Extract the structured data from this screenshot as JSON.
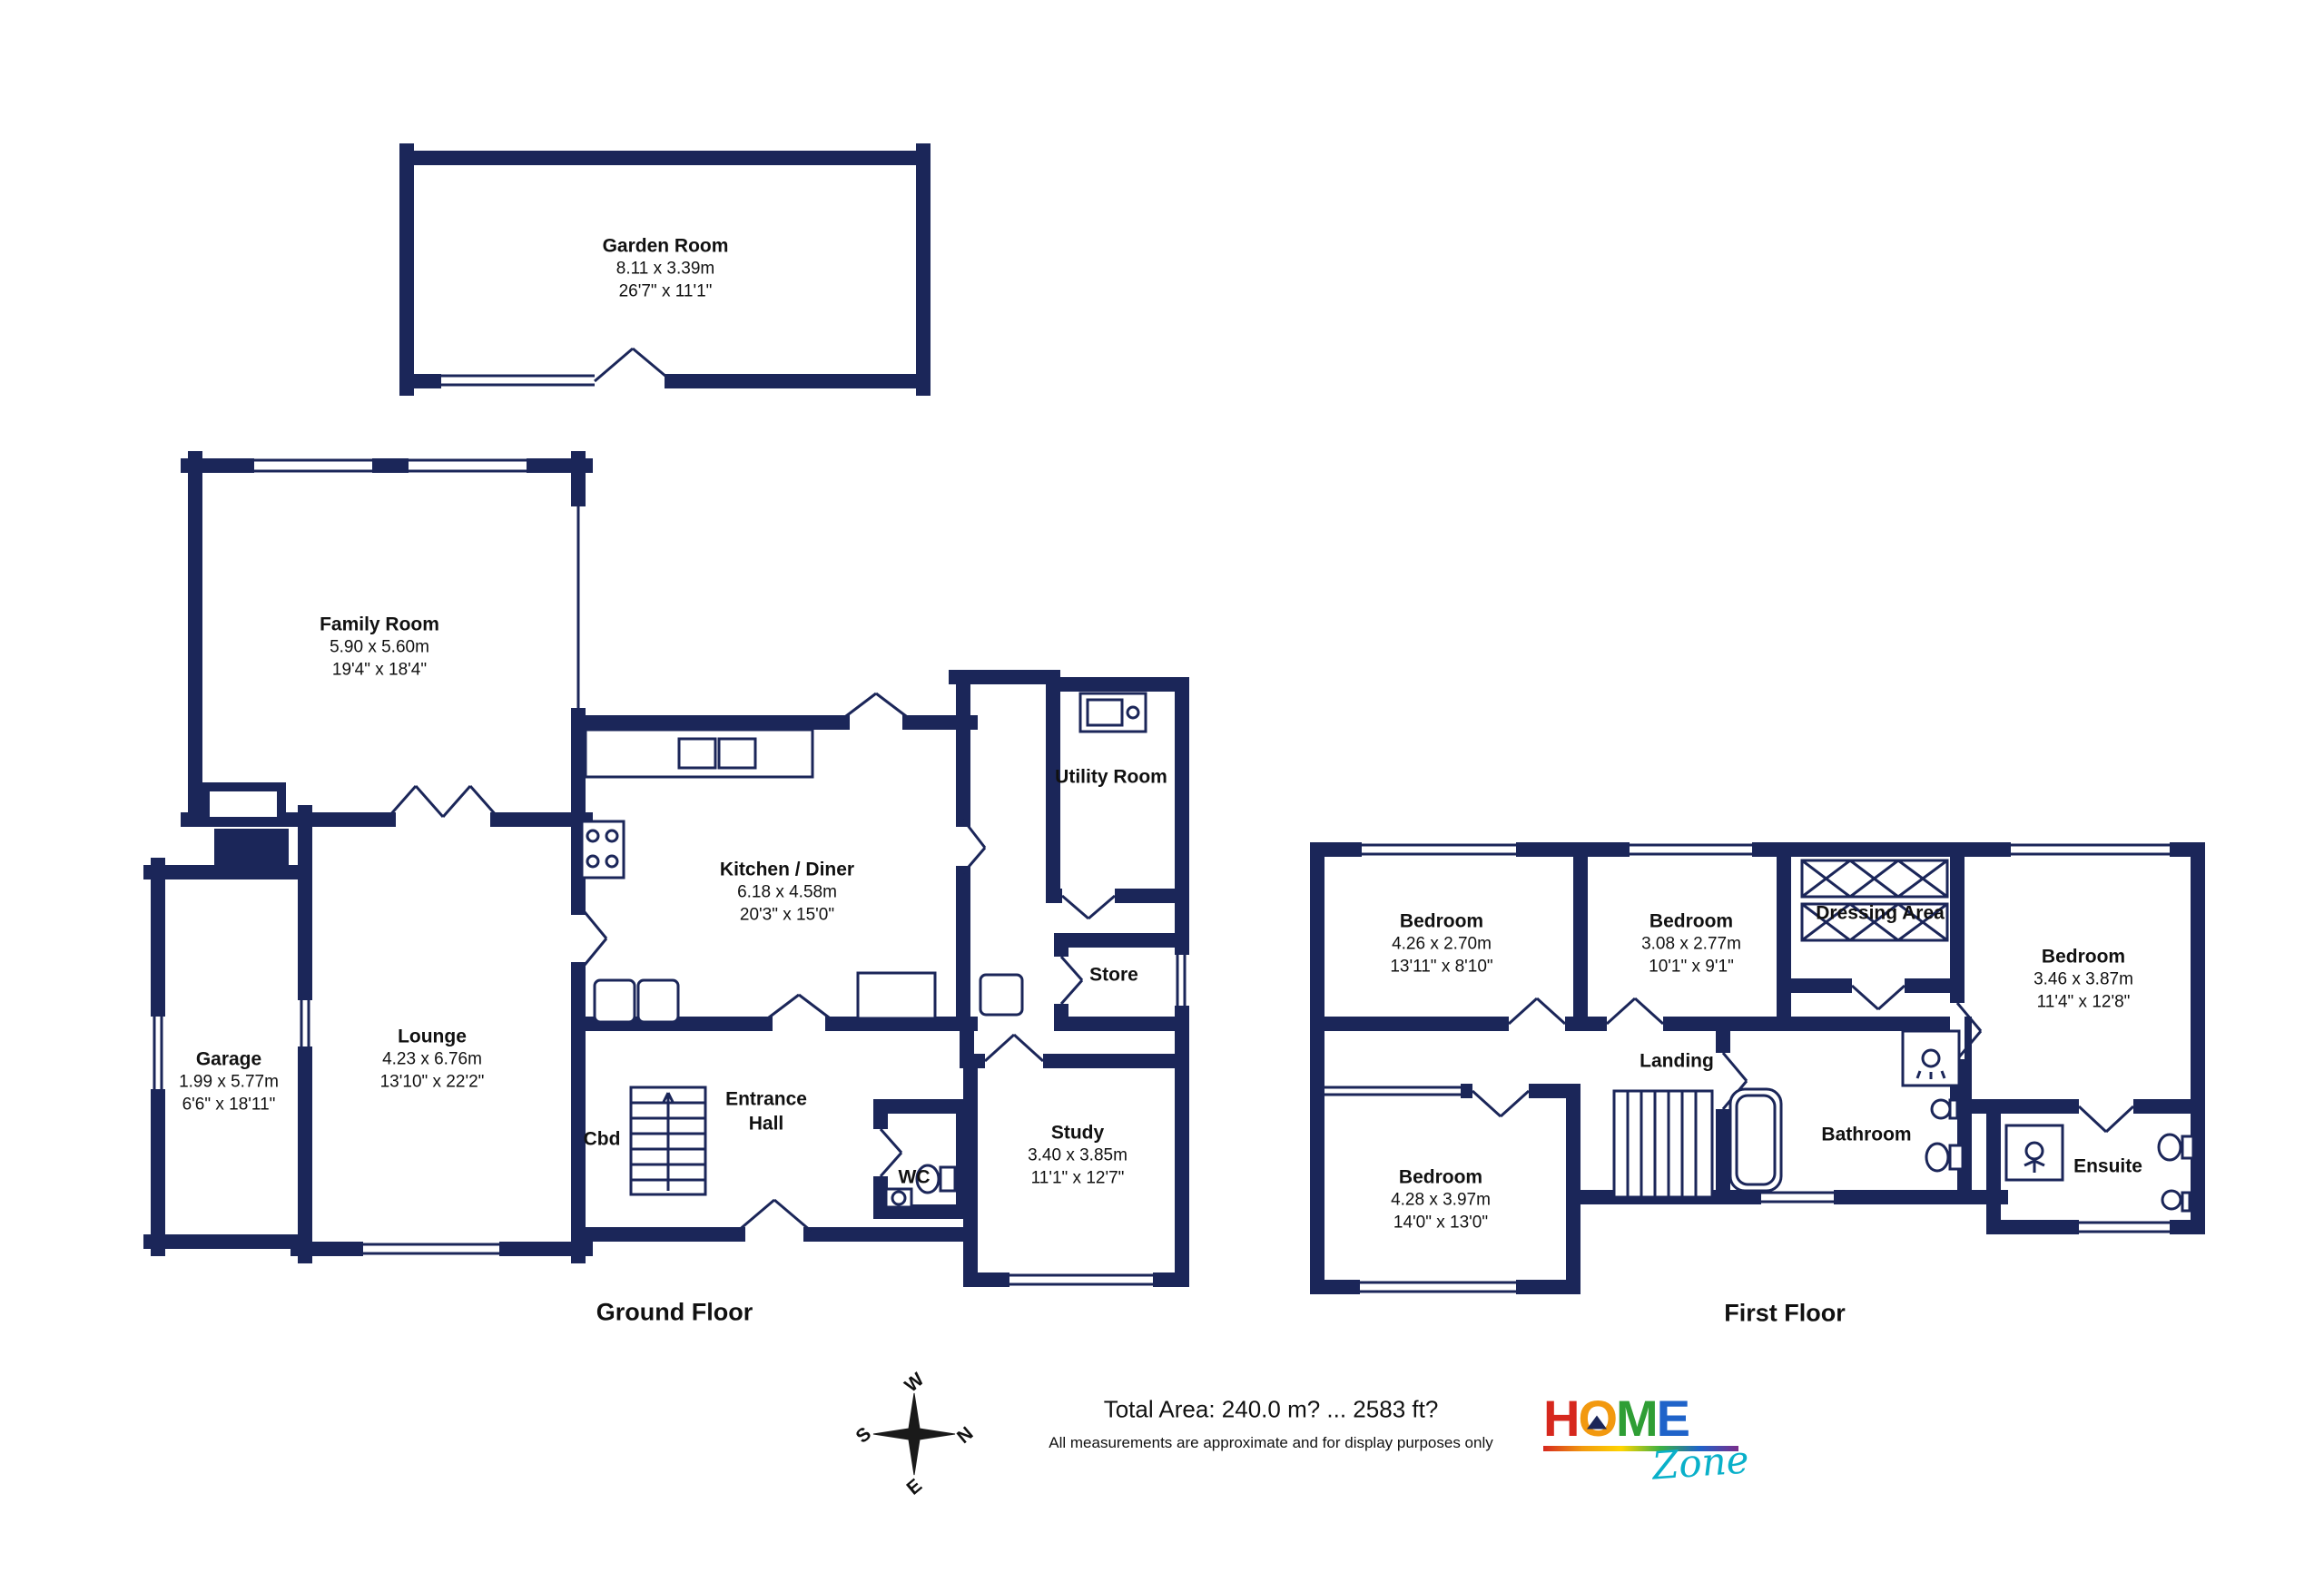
{
  "floors": {
    "ground": "Ground Floor",
    "first": "First Floor"
  },
  "rooms": {
    "garden_room": {
      "name": "Garden Room",
      "metric": "8.11 x 3.39m",
      "imperial": "26'7\" x 11'1\""
    },
    "family_room": {
      "name": "Family Room",
      "metric": "5.90 x 5.60m",
      "imperial": "19'4\" x 18'4\""
    },
    "kitchen_diner": {
      "name": "Kitchen / Diner",
      "metric": "6.18 x 4.58m",
      "imperial": "20'3\" x 15'0\""
    },
    "utility_room": {
      "name": "Utility Room"
    },
    "store": {
      "name": "Store"
    },
    "lounge": {
      "name": "Lounge",
      "metric": "4.23 x 6.76m",
      "imperial": "13'10\" x 22'2\""
    },
    "garage": {
      "name": "Garage",
      "metric": "1.99 x 5.77m",
      "imperial": "6'6\" x 18'11\""
    },
    "cbd": {
      "name": "Cbd"
    },
    "entrance_hall": {
      "name": "Entrance Hall"
    },
    "wc": {
      "name": "WC"
    },
    "study": {
      "name": "Study",
      "metric": "3.40 x 3.85m",
      "imperial": "11'1\" x 12'7\""
    },
    "bedroom_1": {
      "name": "Bedroom",
      "metric": "4.26 x 2.70m",
      "imperial": "13'11\" x 8'10\""
    },
    "bedroom_2": {
      "name": "Bedroom",
      "metric": "3.08 x 2.77m",
      "imperial": "10'1\" x 9'1\""
    },
    "dressing_area": {
      "name": "Dressing Area"
    },
    "bedroom_3": {
      "name": "Bedroom",
      "metric": "3.46 x 3.87m",
      "imperial": "11'4\" x 12'8\""
    },
    "landing": {
      "name": "Landing"
    },
    "bedroom_4": {
      "name": "Bedroom",
      "metric": "4.28 x 3.97m",
      "imperial": "14'0\" x 13'0\""
    },
    "bathroom": {
      "name": "Bathroom"
    },
    "ensuite": {
      "name": "Ensuite"
    }
  },
  "footer": {
    "total_area": "Total Area: 240.0 m? ... 2583 ft?",
    "disclaimer": "All measurements are approximate and for display purposes only"
  },
  "compass": {
    "n": "N",
    "s": "S",
    "e": "E",
    "w": "W"
  },
  "logo": {
    "h": "H",
    "o": "O",
    "m": "M",
    "e": "E",
    "zone": "Zone"
  },
  "colors": {
    "walls": "#1b2659",
    "zone_text": "#09b0c9"
  }
}
